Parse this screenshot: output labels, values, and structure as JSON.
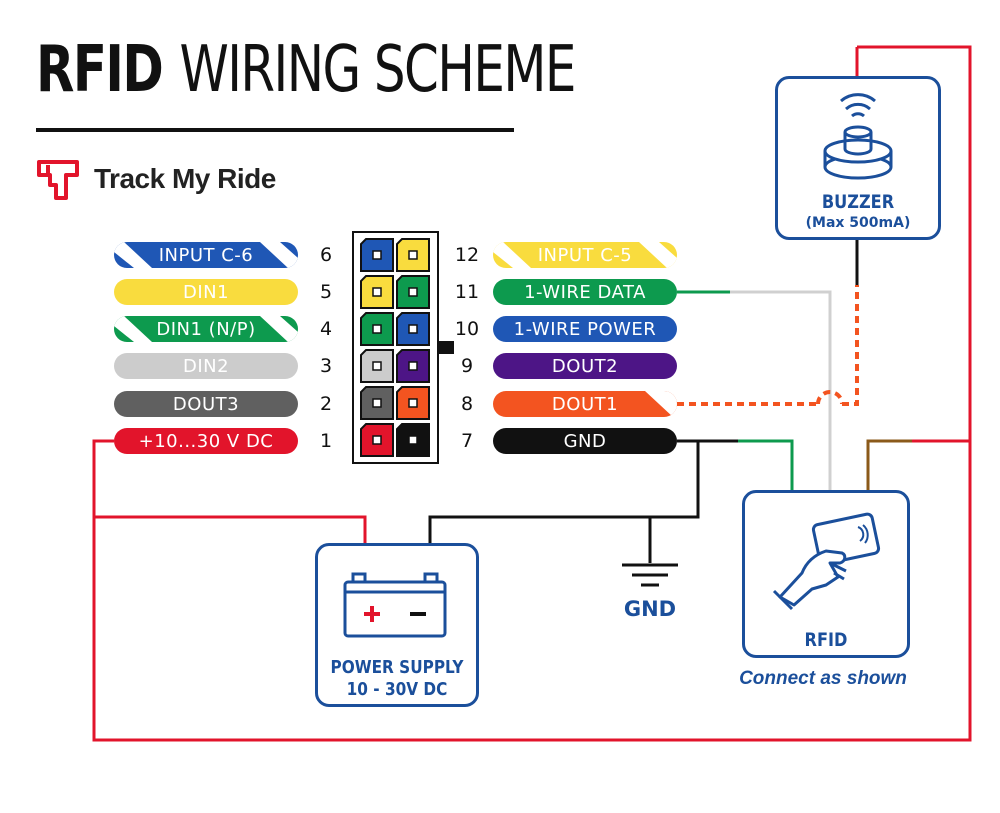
{
  "title": {
    "bold": "RFID",
    "light": "WIRING SCHEME"
  },
  "brand": {
    "name": "Track My Ride"
  },
  "left_pins": [
    {
      "num": "6",
      "label": "INPUT C-6",
      "bg": "#1f57b5",
      "fg": "#ffffff",
      "style": "stripe"
    },
    {
      "num": "5",
      "label": "DIN1",
      "bg": "#f9dc3e",
      "fg": "#ffffff",
      "style": "plain"
    },
    {
      "num": "4",
      "label": "DIN1 (N/P)",
      "bg": "#0d9a4e",
      "fg": "#ffffff",
      "style": "stripe"
    },
    {
      "num": "3",
      "label": "DIN2",
      "bg": "#cccccc",
      "fg": "#ffffff",
      "style": "plain"
    },
    {
      "num": "2",
      "label": "DOUT3",
      "bg": "#606060",
      "fg": "#ffffff",
      "style": "plain"
    },
    {
      "num": "1",
      "label": "+10...30 V DC",
      "bg": "#e2142b",
      "fg": "#ffffff",
      "style": "plain"
    }
  ],
  "right_pins": [
    {
      "num": "12",
      "label": "INPUT C-5",
      "bg": "#f9dc3e",
      "fg": "#ffffff",
      "style": "stripe"
    },
    {
      "num": "11",
      "label": "1-WIRE DATA",
      "bg": "#0d9a4e",
      "fg": "#ffffff",
      "style": "plain"
    },
    {
      "num": "10",
      "label": "1-WIRE POWER",
      "bg": "#1f57b5",
      "fg": "#ffffff",
      "style": "plain"
    },
    {
      "num": "9",
      "label": "DOUT2",
      "bg": "#4d1586",
      "fg": "#ffffff",
      "style": "plain"
    },
    {
      "num": "8",
      "label": "DOUT1",
      "bg": "#f35420",
      "fg": "#ffffff",
      "style": "tri"
    },
    {
      "num": "7",
      "label": "GND",
      "bg": "#111111",
      "fg": "#ffffff",
      "style": "plain"
    }
  ],
  "connector": {
    "left_colors": [
      "#1f57b5",
      "#f9dc3e",
      "#0d9a4e",
      "#cccccc",
      "#606060",
      "#e2142b"
    ],
    "right_colors": [
      "#f9dc3e",
      "#0d9a4e",
      "#1f57b5",
      "#4d1586",
      "#f35420",
      "#111111"
    ]
  },
  "buzzer": {
    "name": "BUZZER",
    "spec": "(Max 500mA)"
  },
  "power": {
    "line1": "POWER SUPPLY",
    "line2": "10 - 30V DC"
  },
  "rfid": {
    "name": "RFID"
  },
  "gnd": {
    "label": "GND"
  },
  "note": "Connect as shown",
  "colors": {
    "accent": "#1b4f9b",
    "red": "#e2142b",
    "green": "#0d9a4e",
    "orange": "#f35420",
    "brown": "#8b5a1a",
    "grey": "#d0d0d0",
    "black": "#111111"
  }
}
